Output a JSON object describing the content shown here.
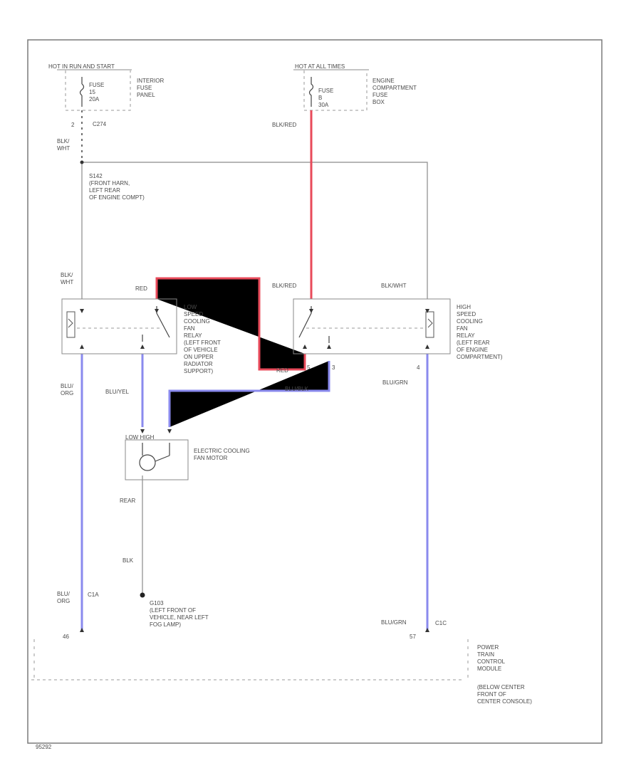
{
  "labels": {
    "ign_hot": "HOT IN RUN AND START",
    "int_fuse": "FUSE\n15\n20A",
    "int_panel": "INTERIOR\nFUSE\nPANEL",
    "c274": "C274",
    "pin2_top": "2",
    "blk_wht_top": "BLK/\nWHT",
    "hot_all": "HOT AT ALL TIMES",
    "eng_fuse": "FUSE\nB\n30A",
    "eng_panel": "ENGINE\nCOMPARTMENT\nFUSE\nBOX",
    "blk_red_vert": "BLK/RED",
    "s142": "S142\n(FRONT HARN,\nLEFT REAR\nOF ENGINE COMPT)",
    "blk_wht_mid": "BLK/\nWHT",
    "red_top": "RED",
    "blk_red_top": "BLK/RED",
    "blk_wht_right": "BLK/WHT",
    "low_relay": "LOW\nSPEED\nCOOLING\nFAN\nRELAY\n(LEFT FRONT\nOF VEHICLE\nON UPPER\nRADIATOR\nSUPPORT)",
    "high_relay": "HIGH\nSPEED\nCOOLING\nFAN\nRELAY\n(LEFT REAR\nOF ENGINE\nCOMPARTMENT)",
    "red_bottom": "RED",
    "pin5": "5",
    "pin3": "3",
    "pin4": "4",
    "blu_org_left": "BLU/\nORG",
    "blu_yel": "BLU/YEL",
    "blu_blk": "BLU/BLK",
    "blu_grn_top": "BLU/GRN",
    "motor_pins": "LOW  HIGH",
    "motor_label": "ELECTRIC COOLING\nFAN MOTOR",
    "pin_rear": "REAR",
    "blk": "BLK",
    "blu_org_bottom": "BLU/\nORG",
    "c1a": "C1A",
    "g103": "G103\n(LEFT FRONT OF\nVEHICLE, NEAR LEFT\nFOG LAMP)",
    "blu_grn_bottom": "BLU/GRN",
    "c1c": "C1C",
    "pin46": "46",
    "pin57": "57",
    "pcm": "POWER\nTRAIN\nCONTROL\nMODULE",
    "pcm_loc": "(BELOW CENTER\nFRONT OF\nCENTER CONSOLE)",
    "figure_id": "95292"
  },
  "colors": {
    "blue_wire": "#8a8aee",
    "red_wire": "#e84a5a",
    "gray_wire": "#8a8a8a"
  }
}
